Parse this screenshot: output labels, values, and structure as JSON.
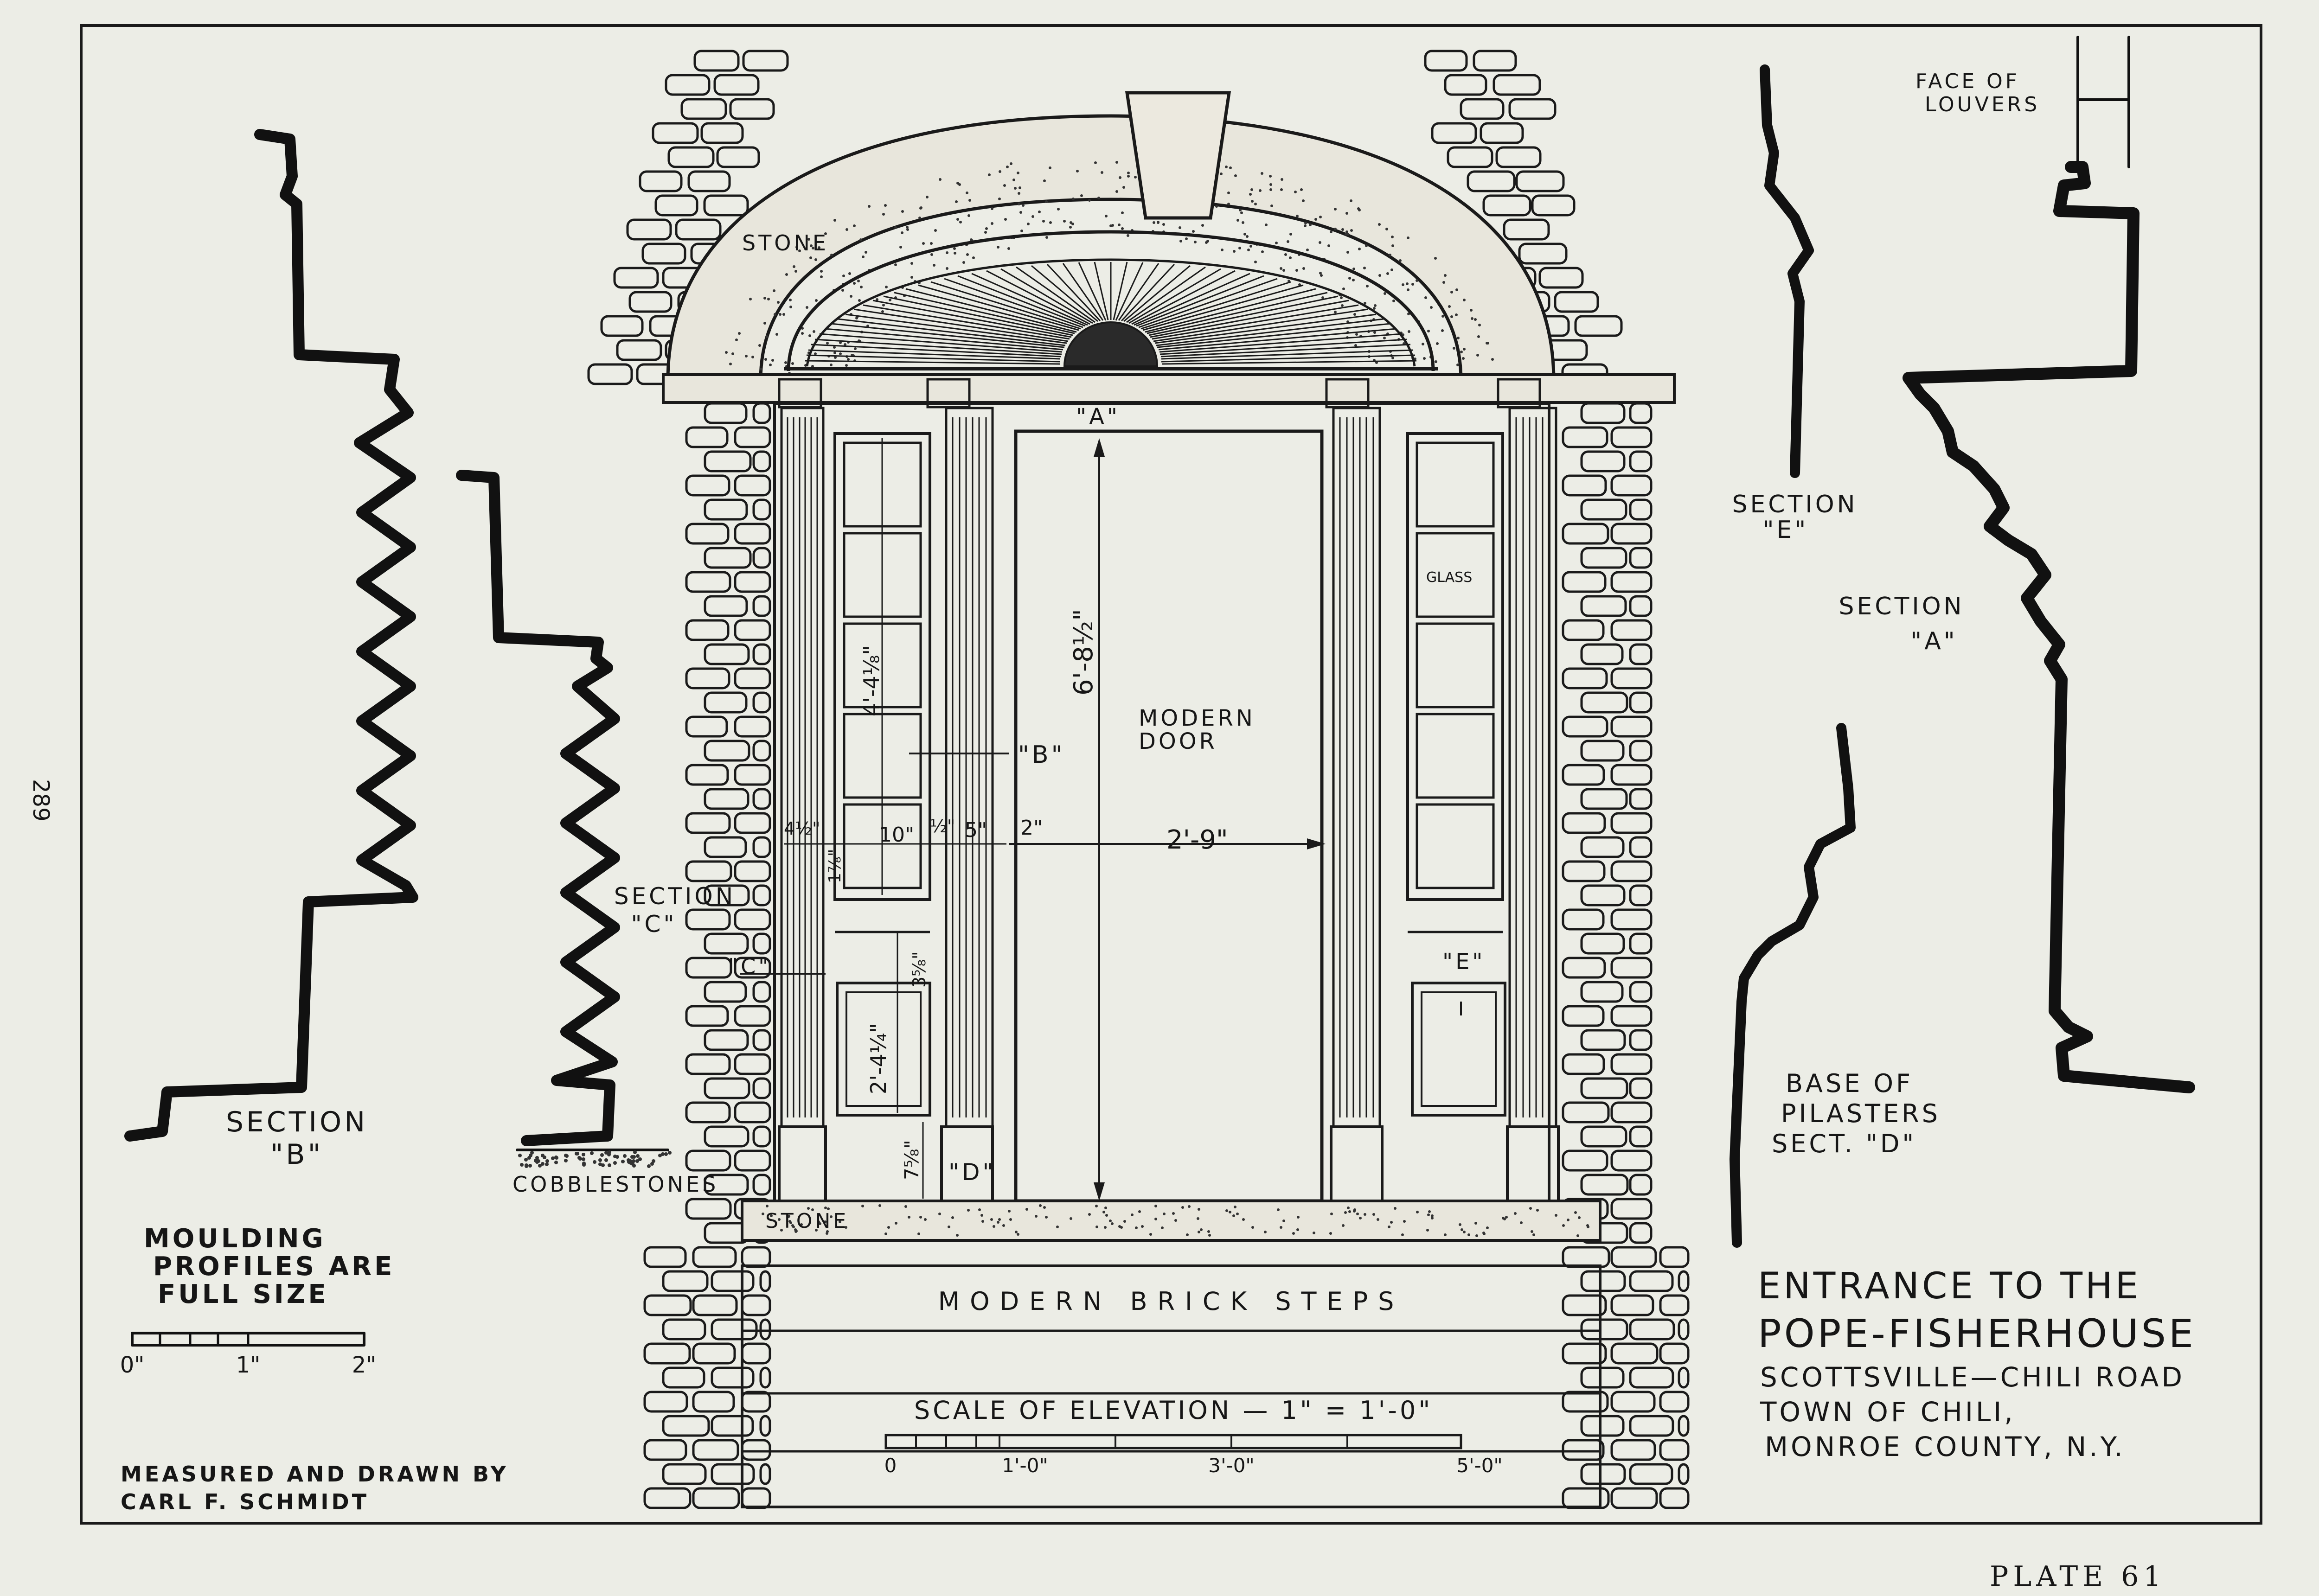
{
  "page_number": "289",
  "plate": "PLATE 61",
  "elevation": {
    "stone_arch": "STONE",
    "keyletter_a": "\"A\"",
    "modern_door": [
      "MODERN",
      "DOOR"
    ],
    "height_dim": "6'-8½\"",
    "width_dim": "2'-9\"",
    "sidelight_height": "4'-4⅛\"",
    "panel_height": "2'-4¼\"",
    "base_height": "7⅝\"",
    "rail_height": "3⅝\"",
    "label_b": "\"B\"",
    "label_c": "\"C\"",
    "label_d": "\"D\"",
    "label_e": "\"E\"",
    "glass": "GLASS",
    "dims": {
      "d1": "4½\"",
      "d2": "10\"",
      "d3": "½\"",
      "d4": "5\"",
      "d5": "2\"",
      "d6": "1⅞\""
    },
    "stone_sill": "STONE",
    "steps": "MODERN BRICK STEPS",
    "scale": {
      "title": "SCALE OF ELEVATION — 1\" = 1'-0\"",
      "ticks": [
        "0",
        "1'-0\"",
        "3'-0\"",
        "5'-0\""
      ]
    },
    "cobblestones": "COBBLESTONES"
  },
  "sections": {
    "b": {
      "line1": "SECTION",
      "line2": "\"B\""
    },
    "c": {
      "line1": "SECTION",
      "line2": "\"C\""
    },
    "e": {
      "line1": "SECTION",
      "line2": "\"E\""
    },
    "a": {
      "line1": "SECTION",
      "line2": "\"A\""
    },
    "d": {
      "line1": "BASE OF",
      "line2": "PILASTERS",
      "line3": "SECT. \"D\""
    },
    "louvers": {
      "line1": "FACE OF",
      "line2": "LOUVERS"
    }
  },
  "profiles_note": {
    "lines": [
      "MOULDING",
      "PROFILES ARE",
      "FULL SIZE"
    ],
    "scale_ticks": [
      "0\"",
      "1\"",
      "2\""
    ]
  },
  "credit": {
    "line1": "MEASURED AND DRAWN BY",
    "line2": "CARL F. SCHMIDT"
  },
  "title_block": {
    "line1": "ENTRANCE TO THE",
    "line2": "POPE-FISHERHOUSE",
    "line3": "SCOTTSVILLE—CHILI ROAD",
    "line4": "TOWN OF CHILI,",
    "line5": "MONROE COUNTY, N.Y."
  }
}
